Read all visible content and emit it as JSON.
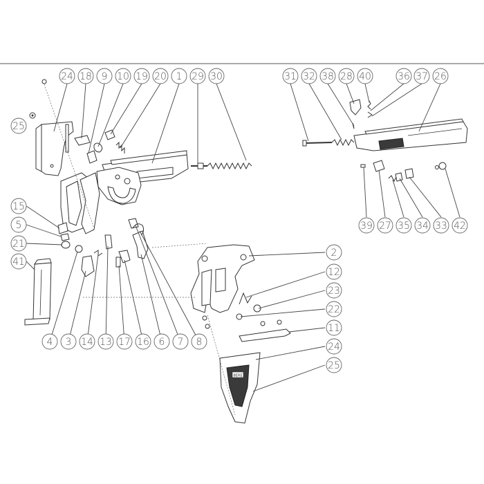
{
  "callouts": [
    {
      "id": "c24a",
      "label": "24"
    },
    {
      "id": "c18",
      "label": "18"
    },
    {
      "id": "c9",
      "label": "9"
    },
    {
      "id": "c10",
      "label": "10"
    },
    {
      "id": "c19",
      "label": "19"
    },
    {
      "id": "c20",
      "label": "20"
    },
    {
      "id": "c1",
      "label": "1"
    },
    {
      "id": "c29",
      "label": "29"
    },
    {
      "id": "c30",
      "label": "30"
    },
    {
      "id": "c31",
      "label": "31"
    },
    {
      "id": "c32",
      "label": "32"
    },
    {
      "id": "c38",
      "label": "38"
    },
    {
      "id": "c28",
      "label": "28"
    },
    {
      "id": "c40",
      "label": "40"
    },
    {
      "id": "c36",
      "label": "36"
    },
    {
      "id": "c37",
      "label": "37"
    },
    {
      "id": "c26",
      "label": "26"
    },
    {
      "id": "c25a",
      "label": "25"
    },
    {
      "id": "c15",
      "label": "15"
    },
    {
      "id": "c5",
      "label": "5"
    },
    {
      "id": "c21",
      "label": "21"
    },
    {
      "id": "c41",
      "label": "41"
    },
    {
      "id": "c39",
      "label": "39"
    },
    {
      "id": "c27",
      "label": "27"
    },
    {
      "id": "c35",
      "label": "35"
    },
    {
      "id": "c34",
      "label": "34"
    },
    {
      "id": "c33",
      "label": "33"
    },
    {
      "id": "c42",
      "label": "42"
    },
    {
      "id": "c2",
      "label": "2"
    },
    {
      "id": "c12",
      "label": "12"
    },
    {
      "id": "c23",
      "label": "23"
    },
    {
      "id": "c22",
      "label": "22"
    },
    {
      "id": "c11",
      "label": "11"
    },
    {
      "id": "c24b",
      "label": "24"
    },
    {
      "id": "c25b",
      "label": "25"
    },
    {
      "id": "c4",
      "label": "4"
    },
    {
      "id": "c3",
      "label": "3"
    },
    {
      "id": "c14",
      "label": "14"
    },
    {
      "id": "c13",
      "label": "13"
    },
    {
      "id": "c17",
      "label": "17"
    },
    {
      "id": "c16",
      "label": "16"
    },
    {
      "id": "c6",
      "label": "6"
    },
    {
      "id": "c7",
      "label": "7"
    },
    {
      "id": "c8",
      "label": "8"
    }
  ],
  "grip_logo": "BERE",
  "colors": {
    "line": "#333333",
    "callout": "#666666",
    "background": "#ffffff"
  }
}
